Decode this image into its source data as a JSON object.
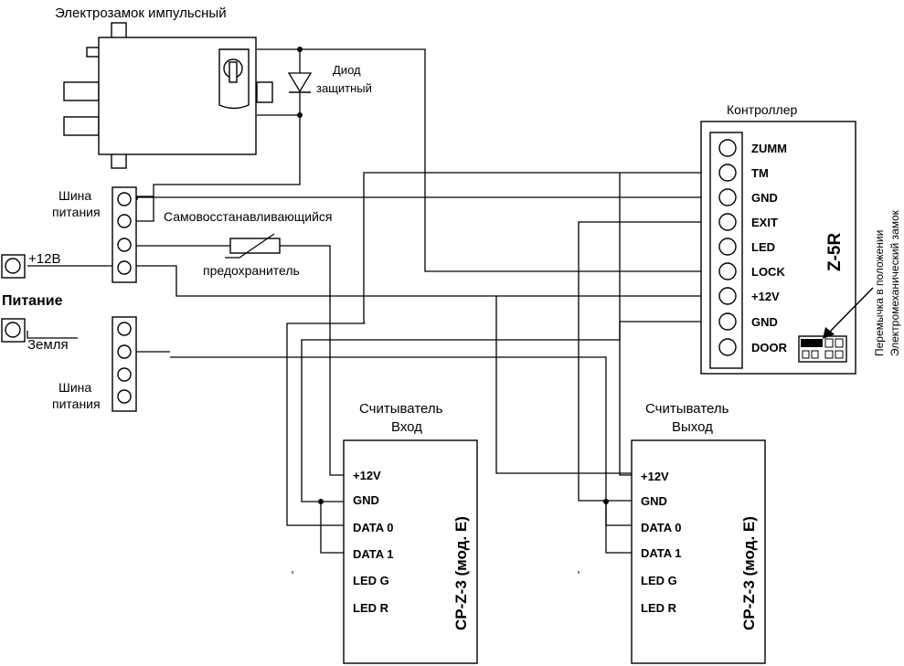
{
  "lock": {
    "title": "Электрозамок импульсный"
  },
  "diode": {
    "line1": "Диод",
    "line2": "защитный"
  },
  "controller": {
    "title": "Контроллер",
    "model": "Z-5R",
    "pins": [
      "ZUMM",
      "TM",
      "GND",
      "EXIT",
      "LED",
      "LOCK",
      "+12V",
      "GND",
      "DOOR"
    ],
    "jumper_note_line1": "Перемычка в положении",
    "jumper_note_line2": "Электромеханический замок"
  },
  "bus_top": {
    "line1": "Шина",
    "line2": "питания"
  },
  "bus_bottom": {
    "line1": "Шина",
    "line2": "питания"
  },
  "fuse": {
    "line1": "Самовосстанавливающийся",
    "line2": "предохранитель"
  },
  "power": {
    "plus": "+12В",
    "title": "Питание",
    "ground": "Земля"
  },
  "reader_in": {
    "title1": "Считыватель",
    "title2": "Вход",
    "model": "CP-Z-3 (мод. Е)",
    "pins": [
      "+12V",
      "GND",
      "DATA 0",
      "DATA 1",
      "LED G",
      "LED R"
    ]
  },
  "reader_out": {
    "title1": "Считыватель",
    "title2": "Выход",
    "model": "CP-Z-3 (мод. Е)",
    "pins": [
      "+12V",
      "GND",
      "DATA 0",
      "DATA 1",
      "LED G",
      "LED R"
    ]
  }
}
